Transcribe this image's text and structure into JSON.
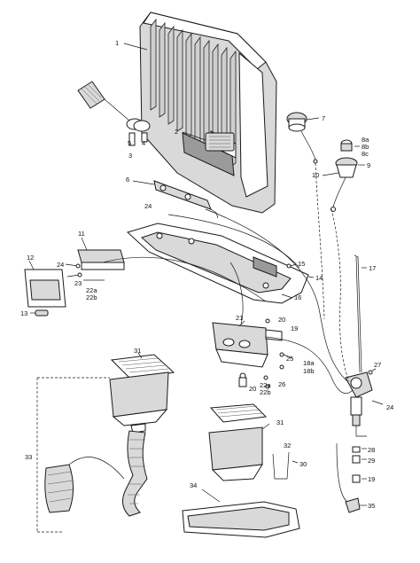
{
  "callouts": {
    "c1": "1",
    "c2": "2",
    "c3": "3",
    "c4": "4",
    "c5": "5",
    "c6": "6",
    "c7": "7",
    "c8a": "8a",
    "c8b": "8b",
    "c8c": "8c",
    "c9": "9",
    "c10": "10",
    "c11": "11",
    "c12": "12",
    "c13": "13",
    "c14": "14",
    "c15": "15",
    "c16": "16",
    "c17": "17",
    "c18a": "18a",
    "c18b": "18b",
    "c19a": "19",
    "c19b": "19",
    "c20a": "20",
    "c20b": "20",
    "c21": "21",
    "c22a_1": "22a",
    "c22b_1": "22b",
    "c22a_2": "22a",
    "c22b_2": "22b",
    "c23": "23",
    "c24a": "24",
    "c24b": "24",
    "c24c": "24",
    "c25": "25",
    "c26": "26",
    "c27": "27",
    "c28": "28",
    "c29": "29",
    "c30": "30",
    "c31a": "31",
    "c31b": "31",
    "c32": "32",
    "c33": "33",
    "c34": "34",
    "c35": "35"
  }
}
